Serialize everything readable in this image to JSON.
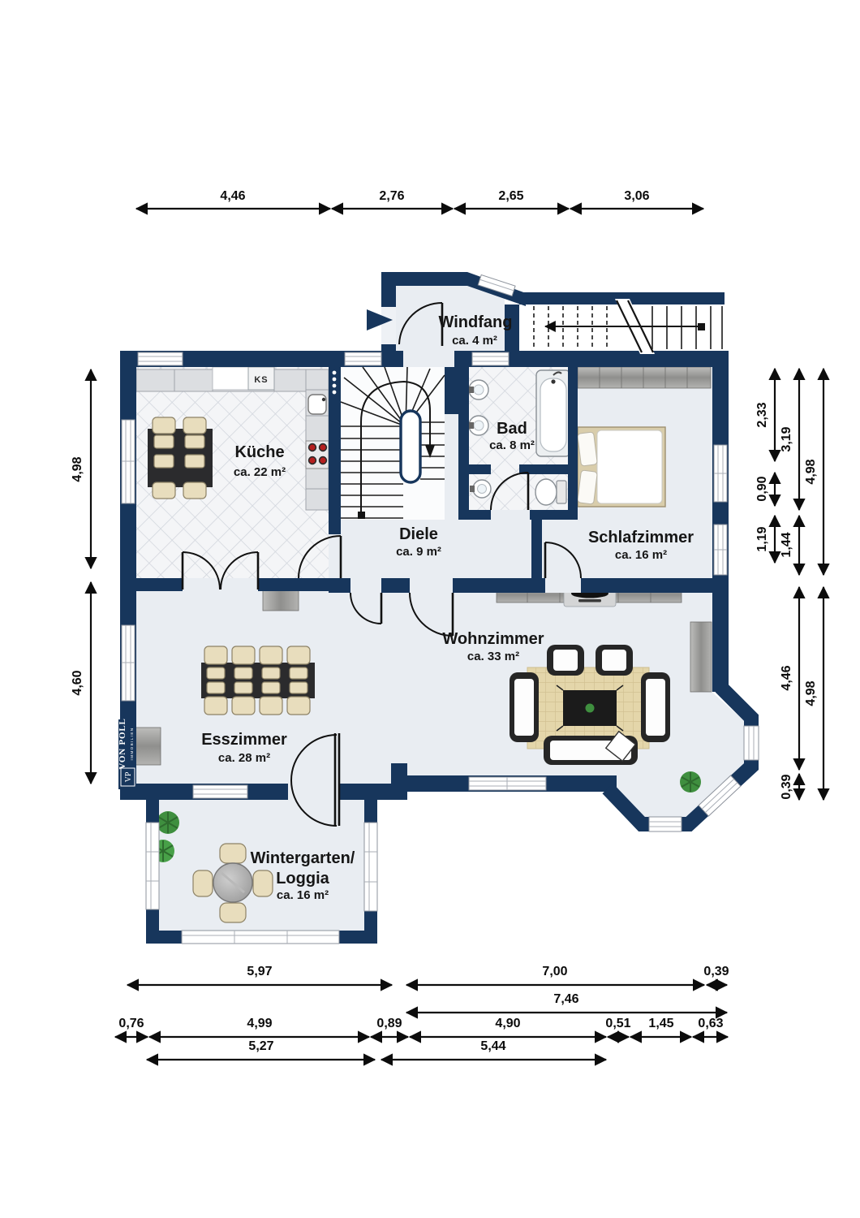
{
  "document_type": "floor-plan",
  "colors": {
    "wall": "#17365c",
    "floor": "#e9edf2",
    "tile_base": "#f4f5f7",
    "tile_line": "#d2d6dd",
    "counter": "#dcdee1",
    "wood": "#a6a6a4",
    "dark_furniture": "#262626",
    "chair_beige": "#e8ddbd",
    "rug": "#e4d6aa",
    "burner_red": "#b51f1f",
    "plant_green": "#3f8f3f",
    "dimension_text": "#0c0c0c"
  },
  "rooms": {
    "windfang": {
      "name": "Windfang",
      "area": "ca. 4 m²"
    },
    "kueche": {
      "name": "Küche",
      "area": "ca. 22 m²"
    },
    "bad": {
      "name": "Bad",
      "area": "ca. 8 m²"
    },
    "schlafzimmer": {
      "name": "Schlafzimmer",
      "area": "ca. 16 m²"
    },
    "diele": {
      "name": "Diele",
      "area": "ca. 9 m²"
    },
    "wohnzimmer": {
      "name": "Wohnzimmer",
      "area": "ca. 33 m²"
    },
    "esszimmer": {
      "name": "Esszimmer",
      "area": "ca. 28 m²"
    },
    "wintergarten": {
      "name1": "Wintergarten/",
      "name2": "Loggia",
      "area": "ca. 16 m²"
    }
  },
  "kitchen": {
    "ks": "KS"
  },
  "logo": {
    "brand": "VON POLL",
    "sub": "IMMOBILIEN",
    "badge": "VP"
  },
  "dimensions": {
    "top": [
      "4,46",
      "2,76",
      "2,65",
      "3,06"
    ],
    "left": [
      "4,98",
      "4,60"
    ],
    "right_col1": [
      "2,33",
      "0,90",
      "1,19"
    ],
    "right_col2": [
      "3,19",
      "1,44",
      "4,46",
      "0,39"
    ],
    "right_col3": [
      "4,98",
      "4,98"
    ],
    "bottom_row1": [
      "5,97",
      "7,00",
      "0,39"
    ],
    "bottom_row2": [
      "7,46"
    ],
    "bottom_row3": [
      "0,76",
      "4,99",
      "0,89",
      "4,90",
      "0,51",
      "1,45",
      "0,63"
    ],
    "bottom_row4": [
      "5,27",
      "5,44"
    ]
  }
}
